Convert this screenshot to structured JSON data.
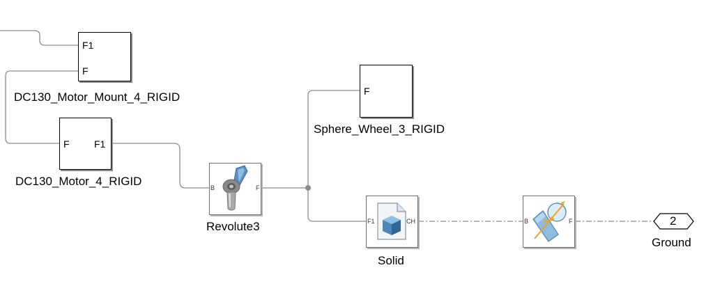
{
  "blocks": {
    "motor_mount": {
      "label": "DC130_Motor_Mount_4_RIGID",
      "port_top": "F1",
      "port_bottom": "F"
    },
    "sphere_wheel": {
      "label": "Sphere_Wheel_3_RIGID",
      "port_left": "F"
    },
    "motor": {
      "label": "DC130_Motor_4_RIGID",
      "port_left": "F",
      "port_right": "F1"
    },
    "revolute": {
      "label": "Revolute3",
      "port_left": "B",
      "port_right": "F",
      "icon": "revolute-joint-icon"
    },
    "solid": {
      "label": "Solid",
      "port_left": "F1",
      "port_right": "CH",
      "icon": "solid-cube-icon"
    },
    "transform": {
      "label": "",
      "port_left": "B",
      "port_right": "F",
      "icon": "rigid-transform-icon"
    },
    "ground": {
      "label": "Ground",
      "number": "2"
    }
  },
  "colors": {
    "line": "#8c8c8c",
    "block_border": "#000000",
    "icon_blue": "#6a9ec8",
    "icon_orange": "#f0a31c"
  }
}
